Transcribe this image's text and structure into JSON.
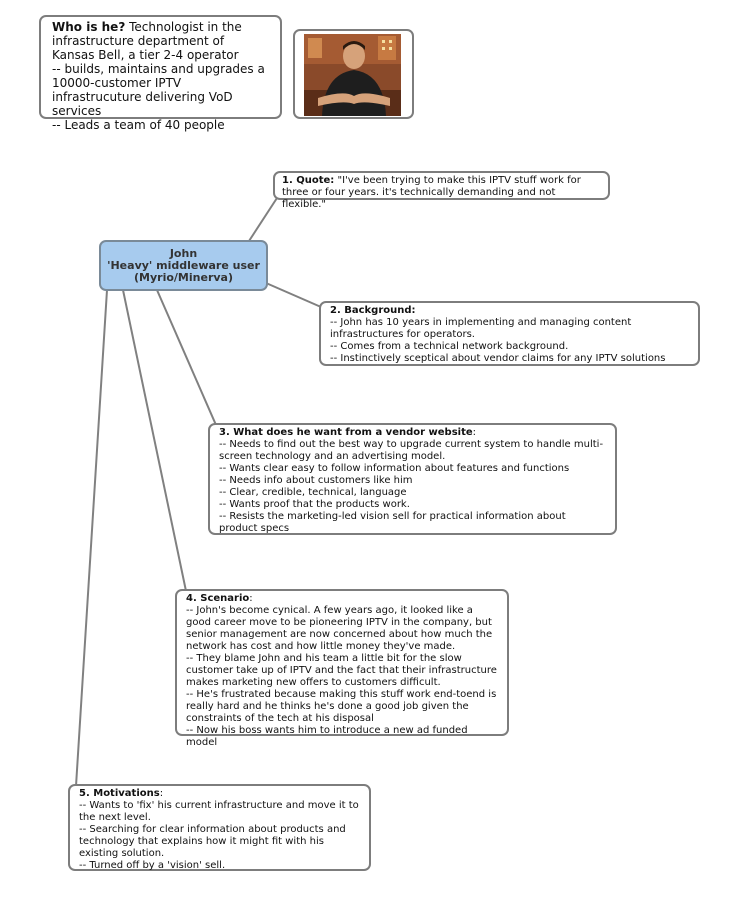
{
  "who": {
    "label": "Who is he?",
    "text": "Technologist in the infrastructure department of Kansas Bell, a tier 2-4 operator",
    "lines": [
      "-- builds, maintains and upgrades a 10000-customer IPTV infrastrucuture delivering VoD services",
      "-- Leads a team of 40 people"
    ]
  },
  "photo": {
    "icon": "person-photo-icon"
  },
  "central": {
    "name": "John",
    "role": "'Heavy' middleware user",
    "product": "(Myrio/Minerva)",
    "color": "#a7cbee"
  },
  "nodes": {
    "quote": {
      "label": "1. Quote:",
      "text": "\"I've been trying to make this IPTV stuff work for three or four years. it's technically demanding and not flexible.\""
    },
    "background": {
      "label": "2. Background:",
      "lines": [
        "-- John has 10 years in implementing and managing content infrastructures for operators.",
        "-- Comes from a technical network background.",
        "-- Instinctively sceptical about vendor claims for any IPTV solutions"
      ]
    },
    "vendor": {
      "label": "3. What does he want from a vendor website",
      "suffix": ":",
      "lines": [
        "-- Needs to find out the best way to upgrade current system to handle multi-screen technology and an advertising model.",
        "-- Wants clear easy to follow information about features and functions",
        "-- Needs info about customers like him",
        "-- Clear, credible, technical, language",
        "-- Wants proof that the products work.",
        "-- Resists the marketing-led vision sell for practical information about product specs"
      ]
    },
    "scenario": {
      "label": "4. Scenario",
      "suffix": ":",
      "lines": [
        "-- John's become cynical. A few years ago, it looked like a good career move to be pioneering IPTV in the company, but senior management are now concerned about how much the network has cost and how little money they've made.",
        "-- They blame John and his team a little bit for the slow customer take up of IPTV and the fact that their infrastructure makes marketing new offers to customers difficult.",
        "-- He's frustrated because making this stuff work end-toend is really hard and he thinks he's done a good job given the constraints of the tech at his disposal",
        "-- Now his boss wants him to introduce a new ad funded model"
      ]
    },
    "motivations": {
      "label": "5. Motivations",
      "suffix": ":",
      "lines": [
        "-- Wants to 'fix' his current infrastructure and move it to the next level.",
        "-- Searching for clear information about products and technology that explains how it might fit with his existing solution.",
        "-- Turned off by a 'vision' sell."
      ]
    }
  }
}
